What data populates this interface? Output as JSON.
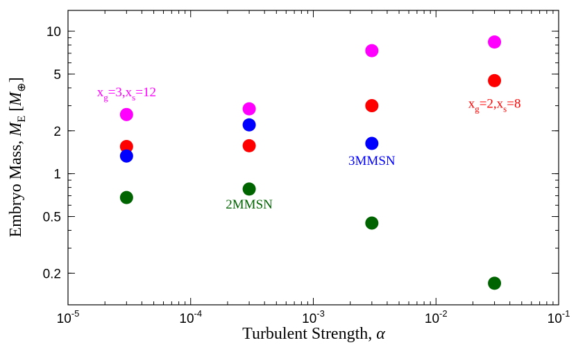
{
  "chart_data": {
    "type": "scatter",
    "title": "",
    "xlabel": "Turbulent Strength, α",
    "ylabel": "Embryo Mass, M_E [M_⊕]",
    "xscale": "log",
    "yscale": "log",
    "xlim": [
      1e-05,
      0.1
    ],
    "ylim": [
      0.12,
      14
    ],
    "grid": false,
    "legend": "none",
    "x_ticks": [
      {
        "value": 1e-05,
        "base": "10",
        "exp": "-5"
      },
      {
        "value": 0.0001,
        "base": "10",
        "exp": "-4"
      },
      {
        "value": 0.001,
        "base": "10",
        "exp": "-3"
      },
      {
        "value": 0.01,
        "base": "10",
        "exp": "-2"
      },
      {
        "value": 0.1,
        "base": "10",
        "exp": "-1"
      }
    ],
    "y_ticks": [
      {
        "value": 0.2,
        "label": "0.2"
      },
      {
        "value": 0.5,
        "label": "0.5"
      },
      {
        "value": 1,
        "label": "1"
      },
      {
        "value": 2,
        "label": "2"
      },
      {
        "value": 5,
        "label": "5"
      },
      {
        "value": 10,
        "label": "10"
      }
    ],
    "series": [
      {
        "color": "#ff00ff",
        "points": [
          [
            3e-05,
            2.6
          ],
          [
            0.0003,
            2.85
          ],
          [
            0.003,
            7.3
          ],
          [
            0.03,
            8.4
          ]
        ]
      },
      {
        "color": "#ff0000",
        "points": [
          [
            3e-05,
            1.55
          ],
          [
            0.0003,
            1.57
          ],
          [
            0.003,
            3.0
          ],
          [
            0.03,
            4.5
          ]
        ]
      },
      {
        "color": "#0000ff",
        "points": [
          [
            3e-05,
            1.33
          ],
          [
            0.0003,
            2.2
          ],
          [
            0.003,
            1.63
          ]
        ]
      },
      {
        "color": "#006400",
        "points": [
          [
            3e-05,
            0.68
          ],
          [
            0.0003,
            0.78
          ],
          [
            0.003,
            0.45
          ],
          [
            0.03,
            0.17
          ]
        ]
      }
    ],
    "annotations": [
      {
        "color": "#ff00ff",
        "at": [
          3e-05,
          3.5
        ],
        "base": "x",
        "s1": "g",
        "mid": "=3,x",
        "s2": "s",
        "tail": "=12"
      },
      {
        "color": "#ff0000",
        "at": [
          0.03,
          2.9
        ],
        "base": "x",
        "s1": "g",
        "mid": "=2,x",
        "s2": "s",
        "tail": "=8"
      },
      {
        "color": "#006400",
        "at": [
          0.0003,
          0.57
        ],
        "text": "2MMSN"
      },
      {
        "color": "#0000ff",
        "at": [
          0.003,
          1.15
        ],
        "text": "3MMSN"
      }
    ]
  }
}
